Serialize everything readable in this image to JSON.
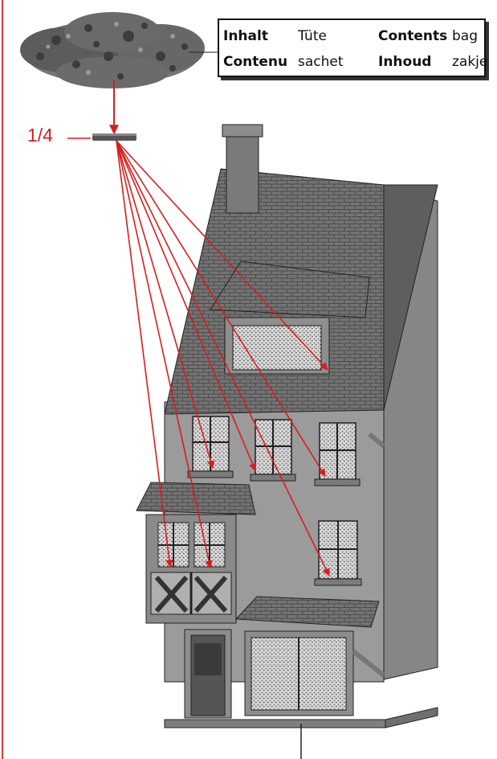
{
  "legend": {
    "row1": {
      "de_label": "Inhalt",
      "de_value": "Tüte",
      "en_label": "Contents",
      "en_value": "bag"
    },
    "row2": {
      "fr_label": "Contenu",
      "fr_value": "sachet",
      "nl_label": "Inhoud",
      "nl_value": "zakje"
    }
  },
  "part": {
    "quantity": "1/4"
  },
  "colors": {
    "accent": "#d61e1e",
    "wall": "#9b9b9b",
    "roof": "#6f6f6f",
    "outline": "#111111"
  }
}
